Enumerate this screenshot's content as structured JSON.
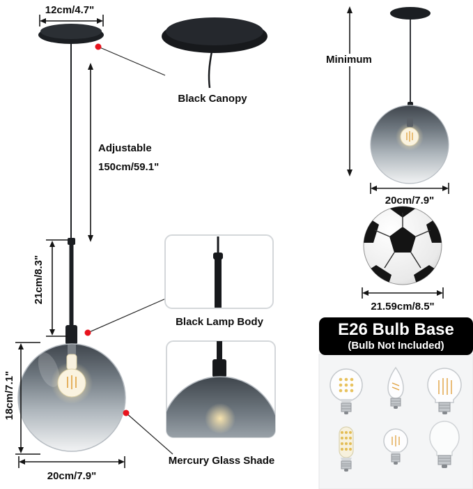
{
  "colors": {
    "accent_red": "#e8131d",
    "ink": "#0c0c0c",
    "panel_bg": "#f4f5f6",
    "bulb_box_bg": "#000000",
    "glass_top": "#3f454c",
    "glass_bottom": "#f2f3f4"
  },
  "main_diagram": {
    "canopy_width": "12cm/4.7\"",
    "adjustable_label": "Adjustable",
    "adjustable_value": "150cm/59.1\"",
    "lamp_body_height": "21cm/8.3\"",
    "shade_height": "18cm/7.1\"",
    "shade_width": "20cm/7.9\"",
    "callouts": {
      "canopy": "Black Canopy",
      "lamp_body": "Black Lamp Body",
      "shade": "Mercury Glass Shade"
    }
  },
  "right_panel": {
    "minimum_label": "Minimum",
    "minimum_shade_width": "20cm/7.9\"",
    "ball_diameter": "21.59cm/8.5\"",
    "bulb_box": {
      "title": "E26 Bulb Base",
      "subtitle": "(Bulb Not Included)"
    },
    "bulbs": [
      {
        "name": "globe-led-bulb"
      },
      {
        "name": "candelabra-filament-bulb"
      },
      {
        "name": "edison-filament-bulb"
      },
      {
        "name": "corn-led-bulb"
      },
      {
        "name": "mini-globe-filament-bulb"
      },
      {
        "name": "frosted-led-bulb"
      }
    ]
  }
}
